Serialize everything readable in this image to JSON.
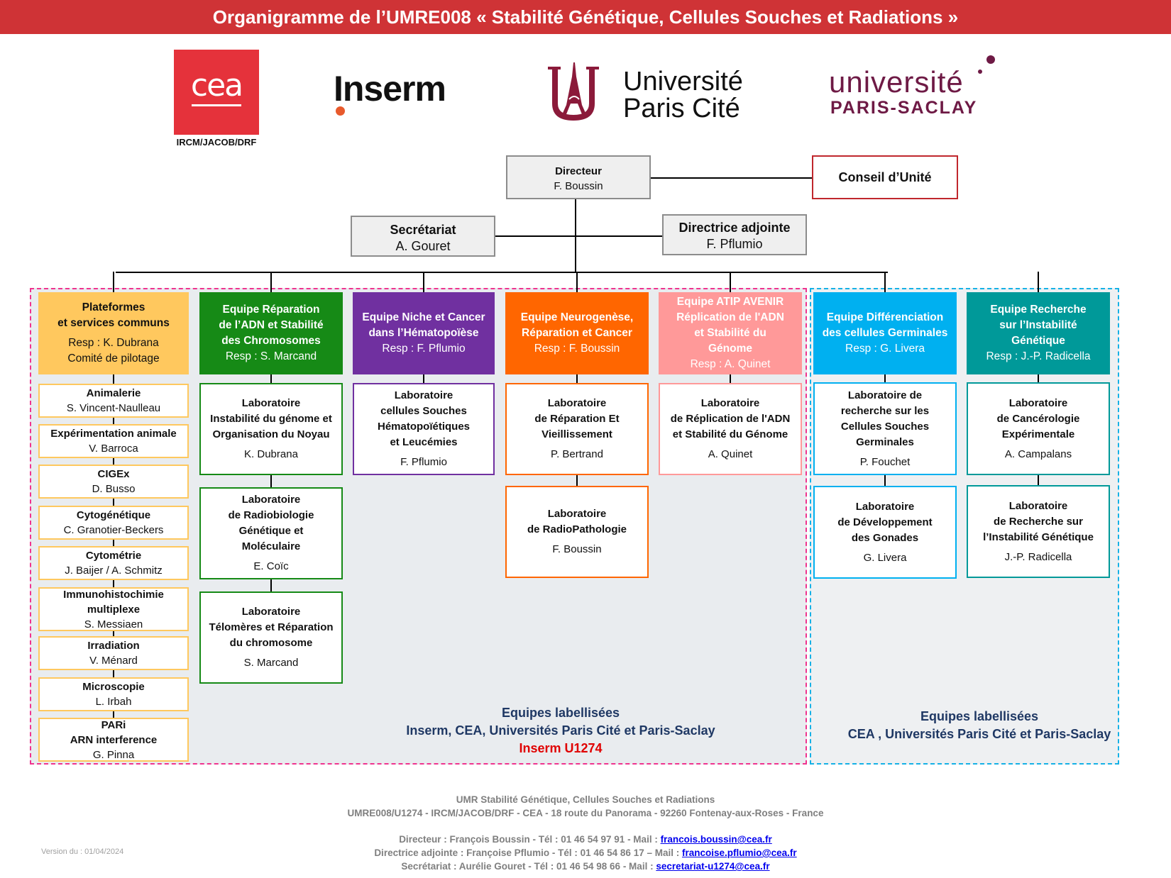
{
  "title": "Organigramme de l’UMRE008 « Stabilité Génétique, Cellules Souches et Radiations »",
  "logos": {
    "cea": {
      "text": "cea",
      "subtitle": "IRCM/JACOB/DRF"
    },
    "inserm": {
      "text": "Inserm"
    },
    "upc": {
      "line1": "Université",
      "line2": "Paris Cité"
    },
    "ups": {
      "line1": "université",
      "line2": "PARIS-SACLAY"
    }
  },
  "direction": {
    "director": {
      "role": "Directeur",
      "name": "F. Boussin"
    },
    "council": {
      "label": "Conseil d’Unité"
    },
    "secretariat": {
      "role": "Secrétariat",
      "name": "A. Gouret"
    },
    "deputy": {
      "role": "Directrice adjointe",
      "name": "F. Pflumio"
    }
  },
  "columns": [
    {
      "header": {
        "title": [
          "Plateformes",
          "et services communs"
        ],
        "resp": "Resp : K. Dubrana",
        "extra": "Comité de pilotage"
      },
      "color": "#ffc85e",
      "items": [
        {
          "title": [
            "Animalerie"
          ],
          "name": "S. Vincent-Naulleau"
        },
        {
          "title": [
            "Expérimentation animale"
          ],
          "name": "V. Barroca"
        },
        {
          "title": [
            "CIGEx"
          ],
          "name": "D. Busso"
        },
        {
          "title": [
            "Cytogénétique"
          ],
          "name": "C. Granotier-Beckers"
        },
        {
          "title": [
            "Cytométrie"
          ],
          "name": "J. Baijer / A. Schmitz"
        },
        {
          "title": [
            "Immunohistochimie",
            "multiplexe"
          ],
          "name": "S. Messiaen"
        },
        {
          "title": [
            "Irradiation"
          ],
          "name": "V. Ménard"
        },
        {
          "title": [
            "Microscopie"
          ],
          "name": "L. Irbah"
        },
        {
          "title": [
            "PARi",
            "ARN interference"
          ],
          "name": "G. Pinna"
        }
      ]
    },
    {
      "header": {
        "title": [
          "Equipe Réparation",
          "de l’ADN et Stabilité",
          "des Chromosomes"
        ],
        "resp": "Resp : S. Marcand"
      },
      "color": "#168a16",
      "labs": [
        {
          "title": [
            "Laboratoire",
            "Instabilité du génome et",
            "Organisation du Noyau"
          ],
          "name": "K. Dubrana"
        },
        {
          "title": [
            "Laboratoire",
            "de Radiobiologie",
            "Génétique et",
            "Moléculaire"
          ],
          "name": "E. Coïc"
        },
        {
          "title": [
            "Laboratoire",
            "Télomères et Réparation",
            "du chromosome"
          ],
          "name": "S. Marcand"
        }
      ]
    },
    {
      "header": {
        "title": [
          "Equipe Niche et Cancer",
          "dans l’Hématopoïèse"
        ],
        "resp": "Resp : F. Pflumio"
      },
      "color": "#7030a0",
      "labs": [
        {
          "title": [
            "Laboratoire",
            "cellules Souches",
            "Hématopoïétiques",
            "et Leucémies"
          ],
          "name": "F. Pflumio"
        }
      ]
    },
    {
      "header": {
        "title": [
          "Equipe Neurogenèse,",
          "Réparation et Cancer"
        ],
        "resp": "Resp : F. Boussin"
      },
      "color": "#ff6600",
      "labs": [
        {
          "title": [
            "Laboratoire",
            "de Réparation Et",
            "Vieillissement"
          ],
          "name": "P. Bertrand"
        },
        {
          "title": [
            "Laboratoire",
            "de RadioPathologie"
          ],
          "name": "F. Boussin"
        }
      ]
    },
    {
      "header": {
        "title": [
          "Equipe ATIP AVENIR",
          "Réplication de l'ADN",
          "et Stabilité du",
          "Génome"
        ],
        "resp": "Resp : A. Quinet"
      },
      "color": "#ff9999",
      "labs": [
        {
          "title": [
            "Laboratoire",
            "de Réplication de l'ADN",
            "et Stabilité du Génome"
          ],
          "name": "A. Quinet"
        }
      ]
    },
    {
      "header": {
        "title": [
          "Equipe Différenciation",
          "des cellules Germinales"
        ],
        "resp": "Resp : G. Livera"
      },
      "color": "#00b0f0",
      "labs": [
        {
          "title": [
            "Laboratoire de",
            "recherche sur les",
            "Cellules Souches",
            "Germinales"
          ],
          "name": "P. Fouchet"
        },
        {
          "title": [
            "Laboratoire",
            "de Développement",
            "des Gonades"
          ],
          "name": "G. Livera"
        }
      ]
    },
    {
      "header": {
        "title": [
          "Equipe Recherche",
          "sur l’Instabilité",
          "Génétique"
        ],
        "resp": "Resp : J.-P. Radicella"
      },
      "color": "#009999",
      "labs": [
        {
          "title": [
            "Laboratoire",
            "de Cancérologie",
            "Expérimentale"
          ],
          "name": "A. Campalans"
        },
        {
          "title": [
            "Laboratoire",
            "de Recherche sur",
            "l’Instabilité Génétique"
          ],
          "name": "J.-P. Radicella"
        }
      ]
    }
  ],
  "zones": {
    "inserm": {
      "line1": "Equipes labellisées",
      "line2": "Inserm, CEA, Universités Paris Cité et Paris-Saclay",
      "line3": "Inserm U1274",
      "border_color": "#f0338f"
    },
    "cea": {
      "line1": "Equipes labellisées",
      "line2": "CEA , Universités Paris Cité et Paris-Saclay",
      "border_color": "#16b1e6"
    }
  },
  "footer": {
    "line1": "UMR Stabilité Génétique, Cellules Souches et Radiations",
    "line2": "UMRE008/U1274 - IRCM/JACOB/DRF - CEA - 18 route du Panorama - 92260 Fontenay-aux-Roses - France",
    "contacts": [
      {
        "text": "Directeur : François Boussin - Tél : 01 46 54 97 91 - Mail : ",
        "email": "francois.boussin@cea.fr"
      },
      {
        "text": "Directrice adjointe : Françoise Pflumio - Tél : 01 46 54 86 17 – Mail : ",
        "email": "francoise.pflumio@cea.fr"
      },
      {
        "text": "Secrétariat : Aurélie Gouret - Tél : 01 46 54 98 66 - Mail : ",
        "email": "secretariat-u1274@cea.fr"
      }
    ],
    "version": "Version du : 01/04/2024"
  }
}
